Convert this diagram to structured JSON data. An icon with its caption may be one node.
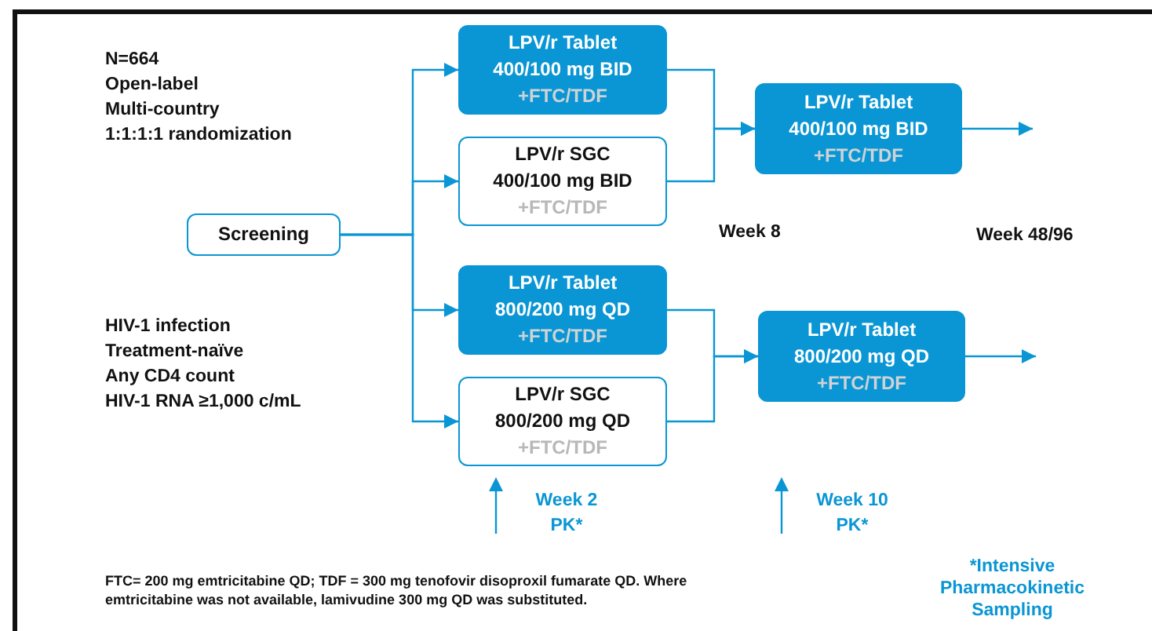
{
  "diagram": {
    "nodes": [
      {
        "text": [
          "Screening"
        ]
      },
      {
        "text": [
          "LPV/r Tablet 400/100 mg BID",
          "+FTC/TDF"
        ]
      },
      {
        "text": [
          "LPV/r SGC 400/100 mg BID",
          "+FTC/TDF"
        ]
      },
      {
        "text": [
          "LPV/r Tablet 800/200 mg QD",
          "+FTC/TDF"
        ]
      },
      {
        "text": [
          "LPV/r SGC 800/200 mg QD",
          "+FTC/TDF"
        ]
      },
      {
        "text": [
          "LPV/r Tablet 400/100 mg BID",
          "+FTC/TDF"
        ]
      },
      {
        "text": [
          "LPV/r Tablet 800/200 mg QD",
          "+FTC/TDF"
        ]
      }
    ],
    "edges": [
      {
        "from": 0,
        "to": 1,
        "arrow": "to"
      },
      {
        "from": 0,
        "to": 2,
        "arrow": "to"
      },
      {
        "from": 0,
        "to": 3,
        "arrow": "to"
      },
      {
        "from": 0,
        "to": 4,
        "arrow": "to"
      },
      {
        "from": 1,
        "to": 5,
        "arrow": "to"
      },
      {
        "from": 2,
        "to": 5,
        "arrow": "to"
      },
      {
        "from": 3,
        "to": 6,
        "arrow": "to"
      },
      {
        "from": 4,
        "to": 6,
        "arrow": "to"
      },
      {
        "from": 5,
        "to": null,
        "arrow": "to"
      },
      {
        "from": 6,
        "to": null,
        "arrow": "to"
      }
    ],
    "labels": [
      "N=664",
      "Open-label",
      "Multi-country",
      "1:1:1:1 randomization",
      "HIV-1 infection",
      "Treatment-naïve",
      "Any CD4 count",
      "HIV-1 RNA ≥1,000 c/mL",
      "Week 8",
      "Week 48/96",
      "Week 2 PK*",
      "Week 10 PK*",
      "FTC= 200 mg emtricitabine QD; TDF = 300 mg tenofovir disoproxil fumarate QD. Where emtricitabine was not available, lamivudine 300 mg QD was substituted.",
      "*Intensive Pharmacokinetic Sampling"
    ]
  }
}
